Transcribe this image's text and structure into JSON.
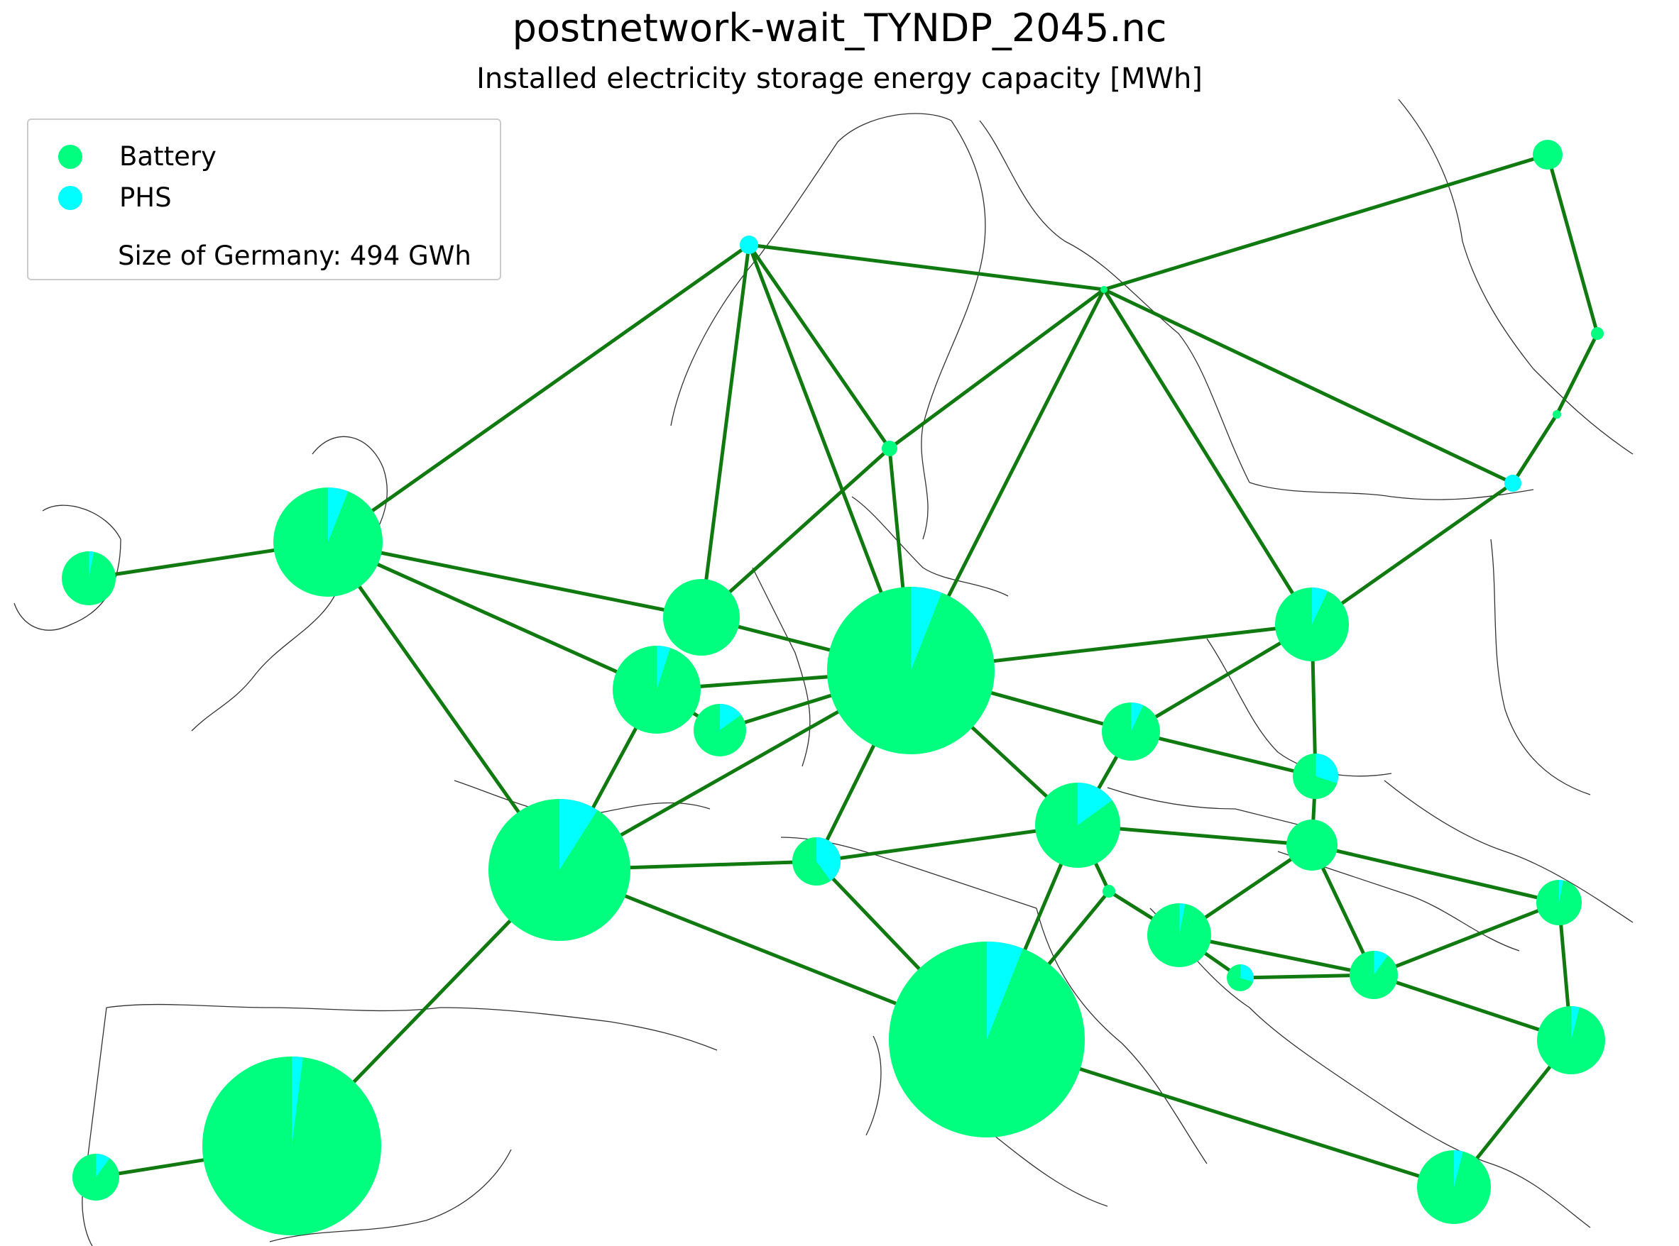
{
  "title": "postnetwork-wait_TYNDP_2045.nc",
  "subtitle": "Installed electricity storage energy capacity [MWh]",
  "legend": {
    "items": [
      {
        "label": "Battery",
        "color": "#00ff7f"
      },
      {
        "label": "PHS",
        "color": "#00ffff"
      }
    ],
    "note": "Size of Germany: 494 GWh"
  },
  "colors": {
    "battery": "#00ff7f",
    "phs": "#00ffff",
    "line": "#107a10",
    "borders": "#333333"
  },
  "map_data": {
    "nodes": [
      {
        "id": "NO",
        "phs_share": 1.0
      },
      {
        "id": "SE",
        "phs_share": 0.0
      },
      {
        "id": "FI",
        "phs_share": 0.0
      },
      {
        "id": "EE",
        "phs_share": 0.0
      },
      {
        "id": "LV",
        "phs_share": 0.0
      },
      {
        "id": "LT",
        "phs_share": 1.0
      },
      {
        "id": "DK",
        "phs_share": 0.0
      },
      {
        "id": "GB",
        "phs_share": 0.06
      },
      {
        "id": "IE",
        "phs_share": 0.03
      },
      {
        "id": "NL",
        "phs_share": 0.0
      },
      {
        "id": "BE",
        "phs_share": 0.05
      },
      {
        "id": "LU",
        "phs_share": 0.15
      },
      {
        "id": "DE",
        "phs_share": 0.06
      },
      {
        "id": "PL",
        "phs_share": 0.07
      },
      {
        "id": "CZ",
        "phs_share": 0.07
      },
      {
        "id": "SK",
        "phs_share": 0.3
      },
      {
        "id": "AT",
        "phs_share": 0.15
      },
      {
        "id": "HU",
        "phs_share": 0.0
      },
      {
        "id": "CH",
        "phs_share": 0.4
      },
      {
        "id": "FR",
        "phs_share": 0.09
      },
      {
        "id": "IT",
        "phs_share": 0.06
      },
      {
        "id": "SI",
        "phs_share": 0.0
      },
      {
        "id": "HR",
        "phs_share": 0.03
      },
      {
        "id": "BA",
        "phs_share": 0.3
      },
      {
        "id": "RS",
        "phs_share": 0.1
      },
      {
        "id": "RO",
        "phs_share": 0.03
      },
      {
        "id": "BG",
        "phs_share": 0.04
      },
      {
        "id": "GR",
        "phs_share": 0.04
      },
      {
        "id": "ES",
        "phs_share": 0.02
      },
      {
        "id": "PT",
        "phs_share": 0.1
      }
    ],
    "links": [
      [
        "NO",
        "GB"
      ],
      [
        "NO",
        "SE"
      ],
      [
        "NO",
        "NL"
      ],
      [
        "NO",
        "DE"
      ],
      [
        "NO",
        "DK"
      ],
      [
        "SE",
        "FI"
      ],
      [
        "SE",
        "DK"
      ],
      [
        "SE",
        "DE"
      ],
      [
        "SE",
        "PL"
      ],
      [
        "SE",
        "LT"
      ],
      [
        "FI",
        "EE"
      ],
      [
        "EE",
        "LV"
      ],
      [
        "LV",
        "LT"
      ],
      [
        "LT",
        "PL"
      ],
      [
        "DK",
        "NL"
      ],
      [
        "DK",
        "DE"
      ],
      [
        "GB",
        "IE"
      ],
      [
        "GB",
        "NL"
      ],
      [
        "GB",
        "BE"
      ],
      [
        "GB",
        "FR"
      ],
      [
        "NL",
        "DE"
      ],
      [
        "BE",
        "DE"
      ],
      [
        "BE",
        "FR"
      ],
      [
        "BE",
        "LU"
      ],
      [
        "LU",
        "DE"
      ],
      [
        "DE",
        "FR"
      ],
      [
        "DE",
        "PL"
      ],
      [
        "DE",
        "CZ"
      ],
      [
        "DE",
        "CH"
      ],
      [
        "DE",
        "AT"
      ],
      [
        "PL",
        "CZ"
      ],
      [
        "PL",
        "SK"
      ],
      [
        "CZ",
        "SK"
      ],
      [
        "CZ",
        "AT"
      ],
      [
        "AT",
        "HU"
      ],
      [
        "AT",
        "IT"
      ],
      [
        "AT",
        "SI"
      ],
      [
        "SK",
        "HU"
      ],
      [
        "HU",
        "HR"
      ],
      [
        "HU",
        "RS"
      ],
      [
        "HU",
        "RO"
      ],
      [
        "CH",
        "FR"
      ],
      [
        "CH",
        "IT"
      ],
      [
        "CH",
        "AT"
      ],
      [
        "FR",
        "IT"
      ],
      [
        "FR",
        "ES"
      ],
      [
        "ES",
        "PT"
      ],
      [
        "IT",
        "SI"
      ],
      [
        "IT",
        "GR"
      ],
      [
        "SI",
        "HR"
      ],
      [
        "HR",
        "RS"
      ],
      [
        "HR",
        "BA"
      ],
      [
        "BA",
        "RS"
      ],
      [
        "RS",
        "RO"
      ],
      [
        "RS",
        "BG"
      ],
      [
        "RO",
        "BG"
      ],
      [
        "BG",
        "GR"
      ]
    ]
  }
}
